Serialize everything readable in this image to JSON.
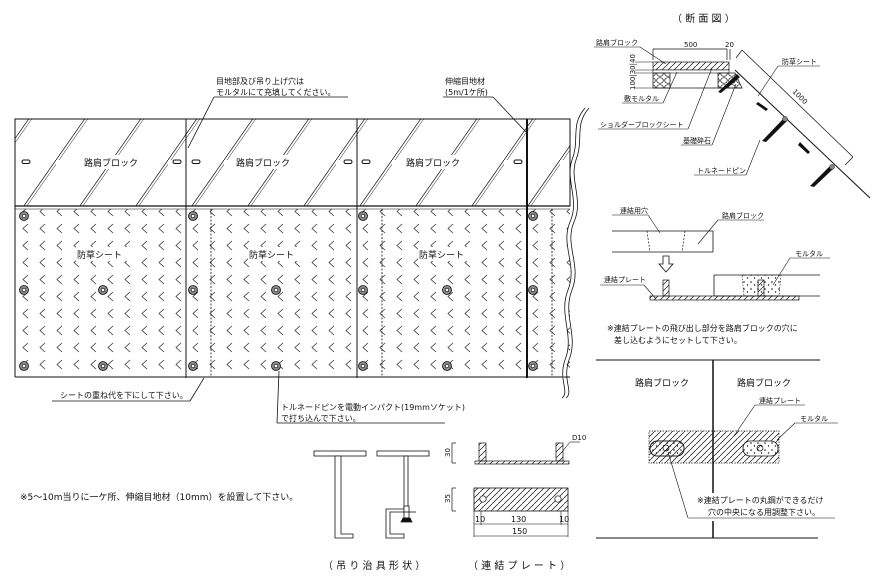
{
  "plan_view": {
    "block_label": "路肩ブロック",
    "sheet_label": "防草シート",
    "callout_joint_fill": [
      "目地部及び吊り上げ穴は",
      "モルタルにて充填してください。"
    ],
    "callout_expansion_joint": [
      "伸縮目地材",
      "(5m/1ケ所)"
    ],
    "callout_sheet_overlap": "シートの重ね代を下にして下さい。",
    "callout_tornado_pin": [
      "トルネードピンを電動インパクト(19mmソケット)",
      "で打ち込んで下さい。"
    ],
    "note_expansion": "※5～10m当りに一ケ所、伸縮目地材（10mm）を設置して下さい。"
  },
  "cross_section": {
    "title": "（ 断 面 図 ）",
    "labels": {
      "block": "路肩ブロック",
      "mortar": "敷モルタル",
      "shoulder_sheet": "ショルダーブロックシート",
      "base_gravel": "基礎砕石",
      "weed_sheet": "防草シート",
      "tornado_pin": "トルネードピン"
    },
    "dims": {
      "width": "500",
      "gap": "20",
      "heights": "100|30|40",
      "slope": "1000"
    }
  },
  "connection_detail": {
    "hole_label": "連結用穴",
    "block_label": "路肩ブロック",
    "plate_label": "連結プレート",
    "mortar_label": "モルタル",
    "note": [
      "※連結プレートの飛び出し部分を路肩ブロックの穴に",
      "差し込むようにセットして下さい。"
    ]
  },
  "joint_plan": {
    "left_block": "路肩ブロック",
    "right_block": "路肩ブロック",
    "plate_label": "連結プレート",
    "mortar_label": "モルタル",
    "note": [
      "※連結プレートの丸鋼ができるだけ",
      "穴の中央になる用調整下さい。"
    ]
  },
  "lifting_jig": {
    "caption": "（ 吊 り 治 具 形 状 ）"
  },
  "connection_plate": {
    "caption": "（ 連 結 プ レ ー ト ）",
    "dims": {
      "height_side": "30",
      "height_plan": "35",
      "edge_left": "10",
      "middle": "130",
      "edge_right": "10",
      "total": "150",
      "bar": "D10"
    }
  }
}
